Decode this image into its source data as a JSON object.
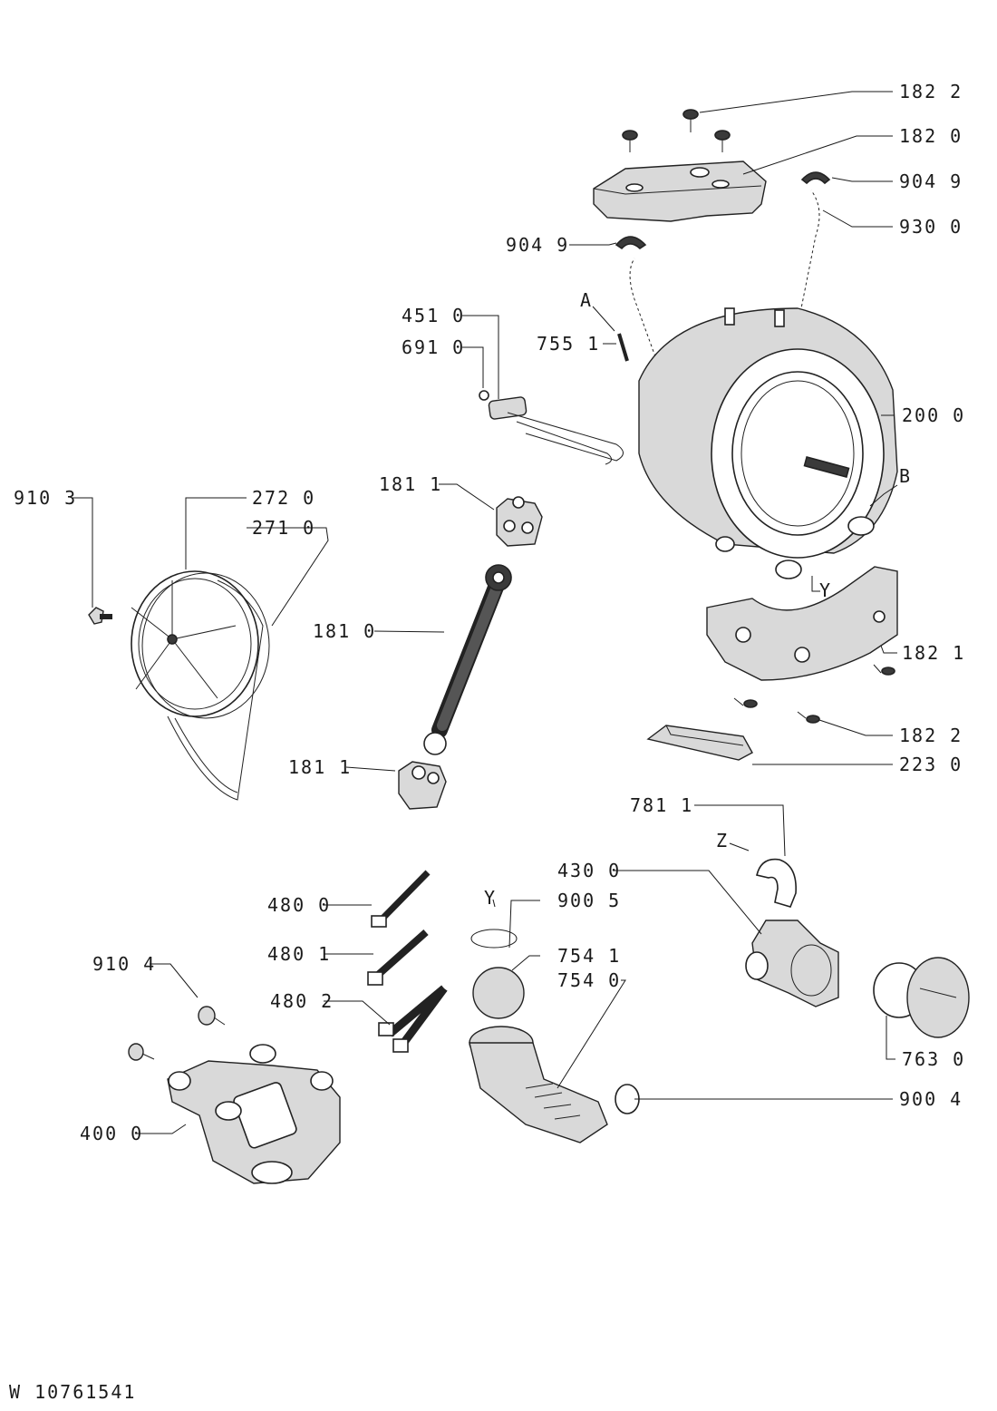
{
  "labels": {
    "p182_2_top": "182 2",
    "p182_0": "182 0",
    "p904_9_right": "904 9",
    "p930_0": "930 0",
    "p904_9_left": "904 9",
    "p451_0": "451 0",
    "p691_0": "691 0",
    "pA": "A",
    "p755_1": "755 1",
    "p200_0": "200 0",
    "pB": "B",
    "p910_3": "910 3",
    "p272_0": "272 0",
    "p271_0": "271 0",
    "p181_1_top": "181 1",
    "pY_tub": "Y",
    "p181_0": "181 0",
    "p182_1": "182 1",
    "p182_2_bottom": "182 2",
    "p223_0": "223 0",
    "p181_1_bottom": "181 1",
    "p781_1": "781 1",
    "pZ": "Z",
    "p430_0": "430 0",
    "p480_0": "480 0",
    "pY_valve": "Y",
    "p900_5": "900 5",
    "p480_1": "480 1",
    "p754_1": "754 1",
    "p754_0": "754 0",
    "p910_4": "910 4",
    "p480_2": "480 2",
    "p763_0": "763 0",
    "p900_4": "900 4",
    "p400_0": "400 0"
  },
  "footer": {
    "drawing_code": "W 10761541"
  }
}
